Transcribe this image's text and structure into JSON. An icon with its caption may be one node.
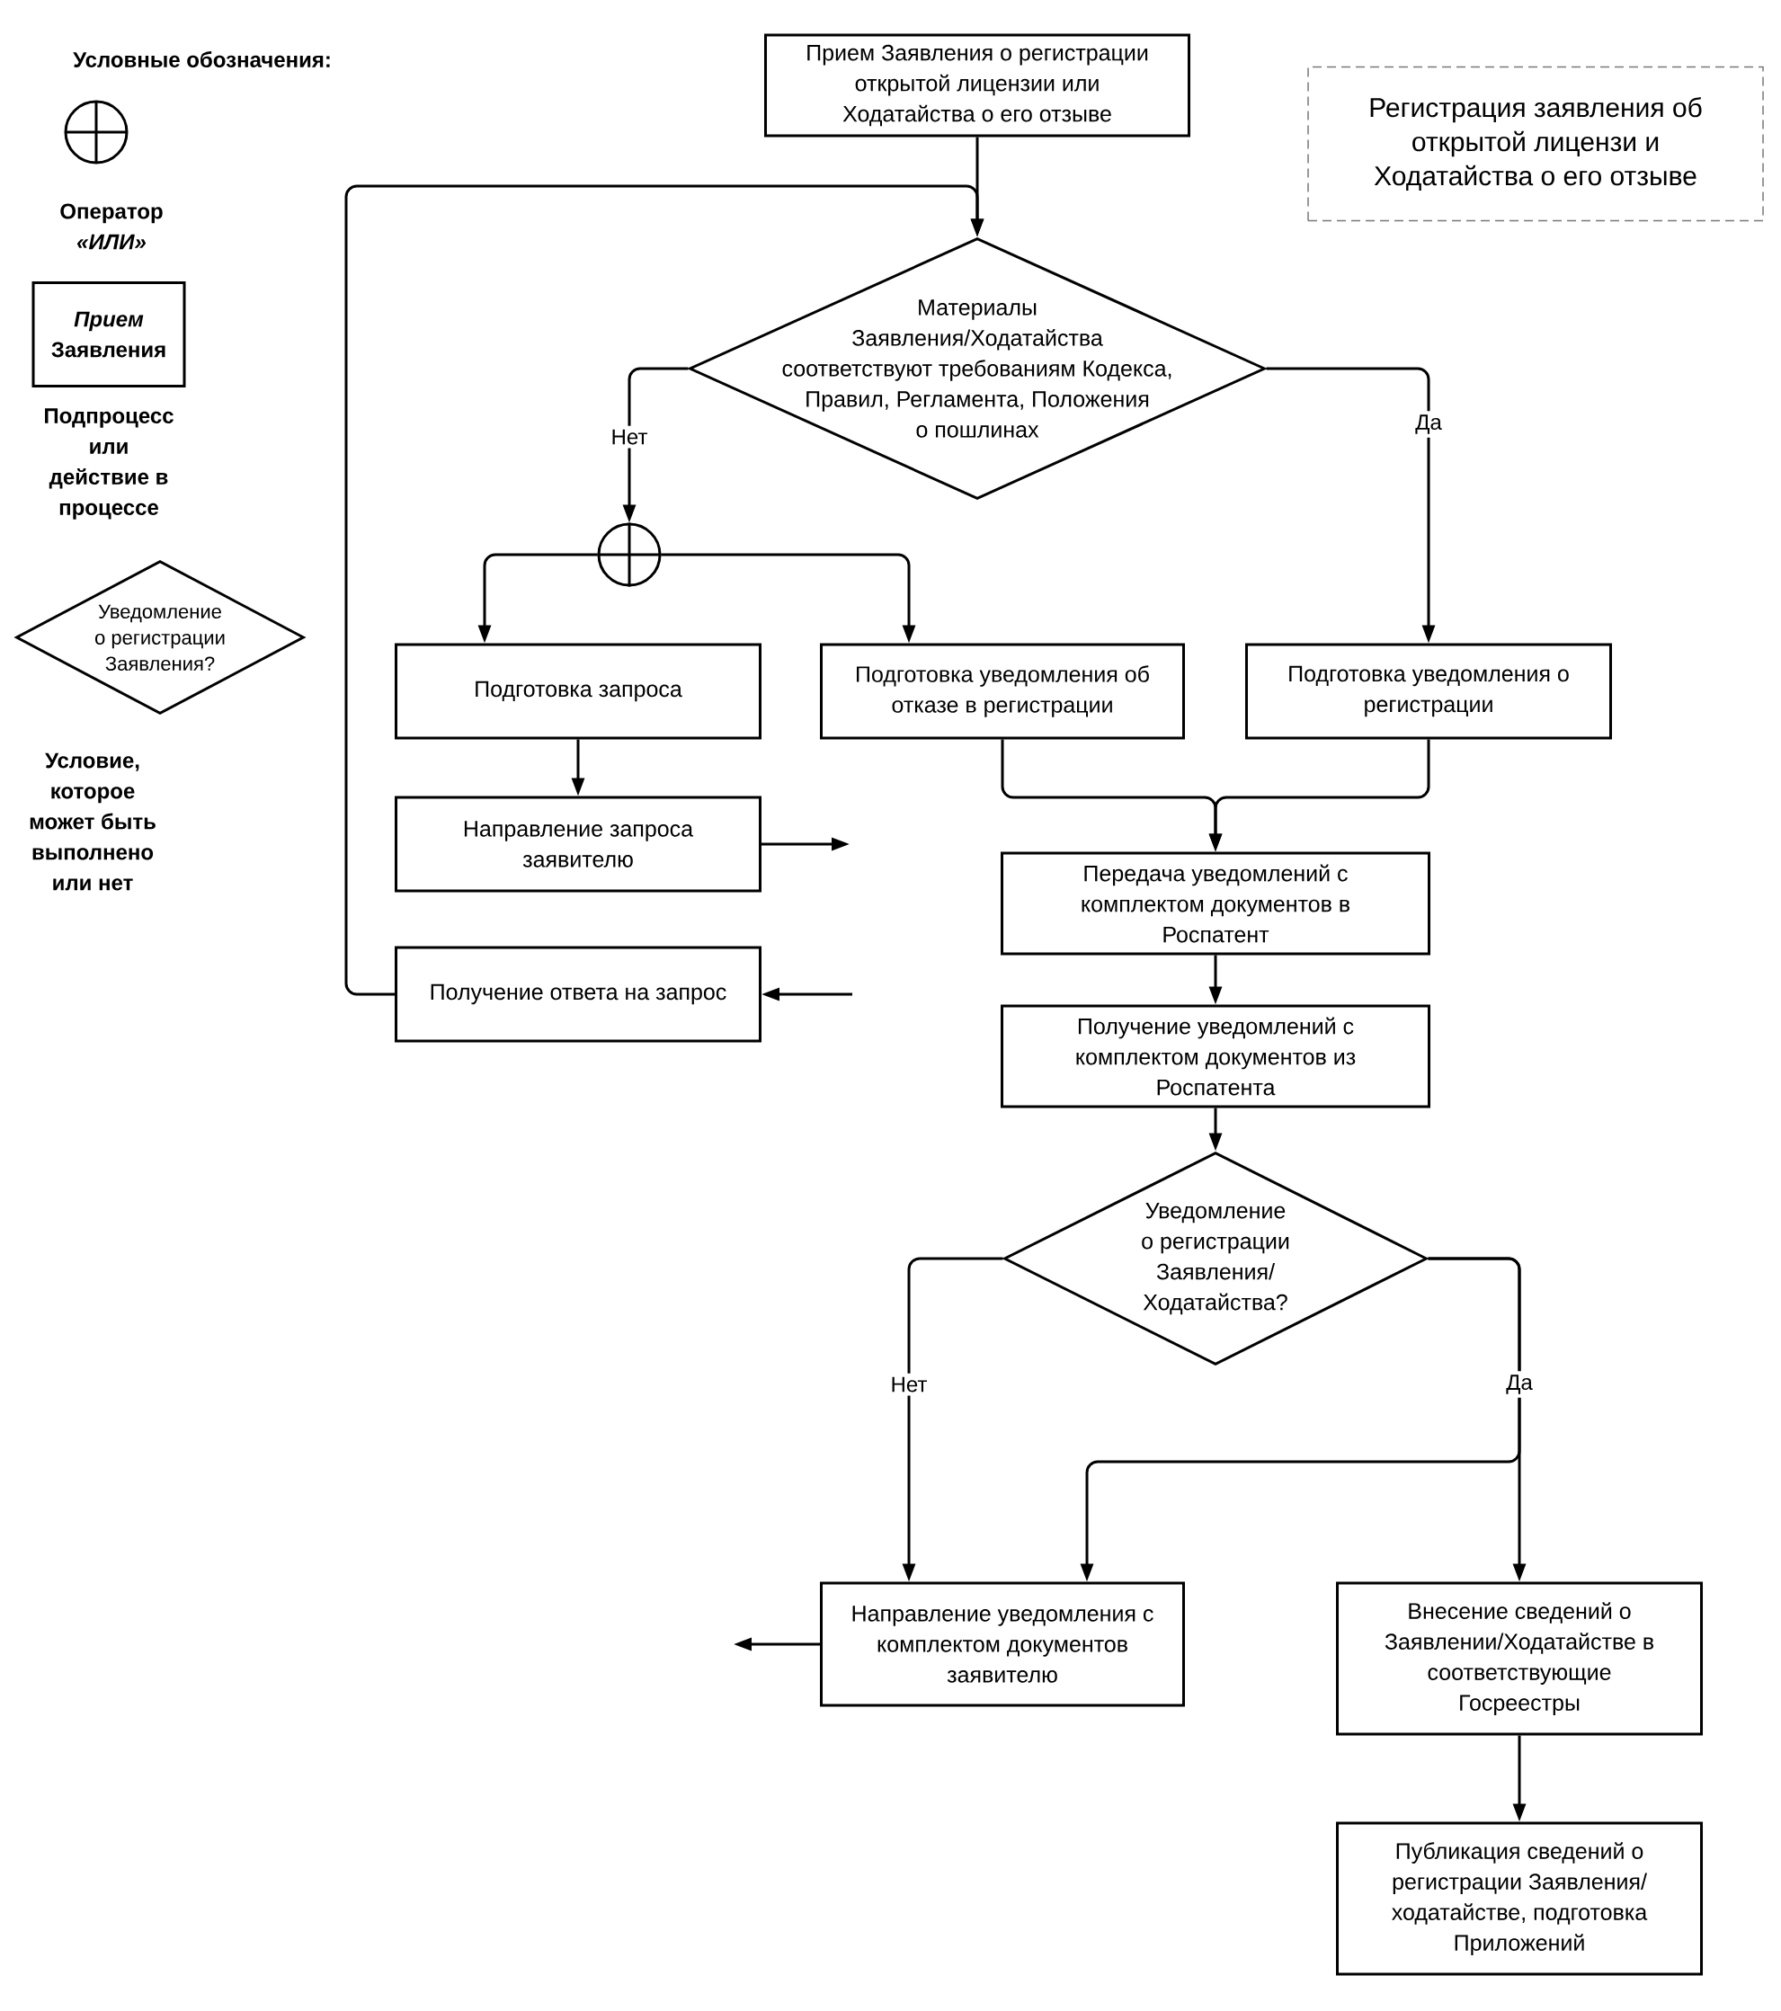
{
  "diagram": {
    "title": "Регистрация заявления об открытой лицензи и Ходатайства о его отзыве",
    "nodes": [
      {
        "text": [
          "*Прием* Заявления"
        ]
      },
      {
        "text": [
          "Уведомление о регистрации Заявления?"
        ]
      },
      {
        "text": [
          "Прием Заявления о регистрации открытой лицензии или Ходатайства о его отзыве"
        ]
      },
      {
        "text": [
          "Материалы Заявления/Ходатайства соответствуют требованиям Кодекса, Правил, Регламента, Положения о пошлинах"
        ]
      },
      {
        "text": [],
        "shape": "circle"
      },
      {
        "text": [
          "Подготовка запроса"
        ]
      },
      {
        "text": [
          "Подготовка уведомления об отказе в регистрации"
        ]
      },
      {
        "text": [
          "Подготовка уведомления о регистрации"
        ]
      },
      {
        "text": [
          "Направление запроса заявителю"
        ]
      },
      {
        "text": [
          "Передача уведомлений с комплектом документов в Роспатент"
        ]
      },
      {
        "text": [
          "Получение ответа на запрос"
        ]
      },
      {
        "text": [
          "Получение уведомлений с комплектом документов из Роспатента"
        ]
      },
      {
        "text": [
          "Уведомление о регистрации Заявления/ Ходатайства?"
        ]
      },
      {
        "text": [
          "Направление уведомления с комплектом документов заявителю"
        ]
      },
      {
        "text": [
          "Внесение сведений о Заявлении/Ходатайстве в соответствующие Госреестры"
        ]
      },
      {
        "text": [
          "Публикация сведений о регистрации Заявления/ ходатайстве, подготовка Приложений"
        ]
      }
    ],
    "edges": [
      {
        "from": 2,
        "to": 3,
        "arrow": "to"
      },
      {
        "from": 10,
        "to": 3,
        "arrow": "to"
      },
      {
        "from": 3,
        "to": 4,
        "arrow": "to",
        "label": "Нет"
      },
      {
        "from": 3,
        "to": 7,
        "arrow": "to",
        "label": "Да"
      },
      {
        "from": 4,
        "to": 5,
        "arrow": "to"
      },
      {
        "from": 4,
        "to": 6,
        "arrow": "to"
      },
      {
        "from": 5,
        "to": 8,
        "arrow": "to"
      },
      {
        "from": 8,
        "to": null,
        "arrow": "to"
      },
      {
        "from": null,
        "to": 10,
        "arrow": "to"
      },
      {
        "from": 6,
        "to": 9,
        "arrow": "to"
      },
      {
        "from": 7,
        "to": 9,
        "arrow": "to"
      },
      {
        "from": 9,
        "to": 11,
        "arrow": "to"
      },
      {
        "from": 11,
        "to": 12,
        "arrow": "to"
      },
      {
        "from": 12,
        "to": 13,
        "arrow": "to",
        "label": "Нет"
      },
      {
        "from": 12,
        "to": 14,
        "arrow": "to",
        "label": "Да"
      },
      {
        "from": 12,
        "to": 13,
        "arrow": "to"
      },
      {
        "from": 13,
        "to": null,
        "arrow": "to"
      },
      {
        "from": 14,
        "to": 15,
        "arrow": "to"
      }
    ],
    "labels": [
      "Условные обозначения:"
    ],
    "legend": [
      {
        "text": "Оператор *«ИЛИ»*"
      },
      {
        "text": "Подпроцесс или действие в процессе"
      },
      {
        "text": "Условие, которое может быть выполнено или нет"
      }
    ]
  }
}
